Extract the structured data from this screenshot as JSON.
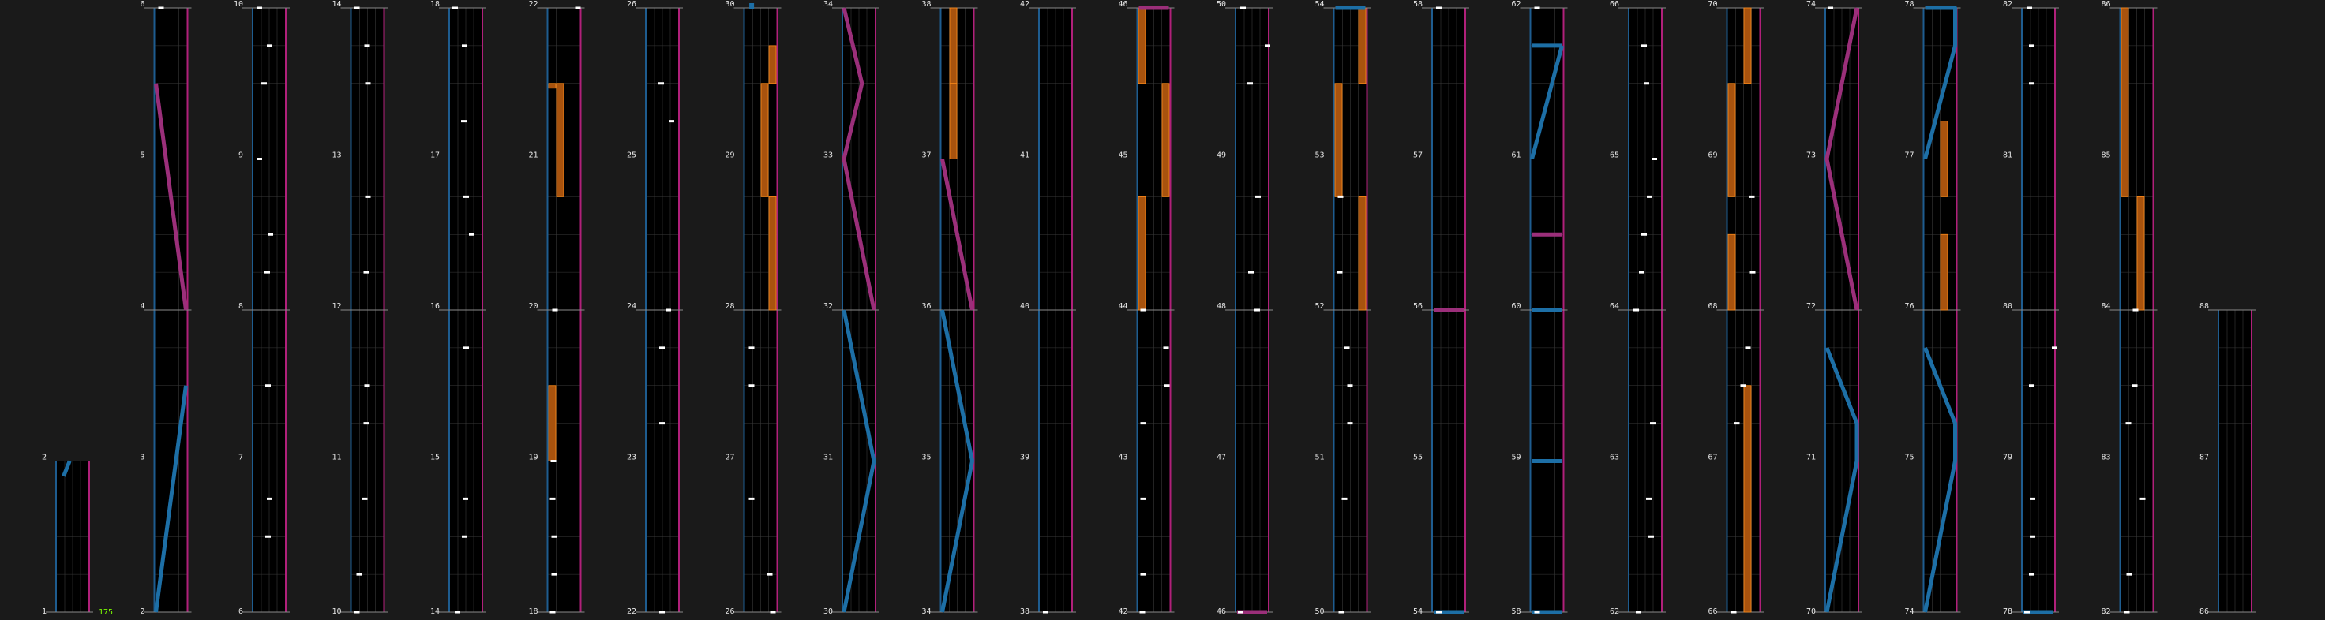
{
  "chart_data": {
    "type": "rhythm-chart",
    "bpm_label": "175",
    "colors": {
      "background": "#1a1a1a",
      "lane_bg": "#000000",
      "grid": "#3a3a3a",
      "measure_line": "#8a8a8a",
      "left_border": "#1e5c8f",
      "right_border": "#b0207a",
      "tap_note": "#ffffff",
      "hold_fill": "#a8530e",
      "hold_edge": "#ff8c1a",
      "laser_left": "#1d6fa6",
      "laser_right": "#9b2f7a"
    },
    "columns": [
      {
        "measures": [
          1,
          2
        ],
        "start": 1,
        "end": 2
      },
      {
        "measures": [
          2,
          3,
          4,
          5,
          6
        ],
        "start": 2,
        "end": 6
      },
      {
        "measures": [
          6,
          7,
          8,
          9,
          10
        ],
        "start": 6,
        "end": 10
      },
      {
        "measures": [
          10,
          11,
          12,
          13,
          14
        ],
        "start": 10,
        "end": 14
      },
      {
        "measures": [
          14,
          15,
          16,
          17,
          18
        ],
        "start": 14,
        "end": 18
      },
      {
        "measures": [
          18,
          19,
          20,
          21,
          22
        ],
        "start": 18,
        "end": 22
      },
      {
        "measures": [
          22,
          23,
          24,
          25,
          26
        ],
        "start": 22,
        "end": 26
      },
      {
        "measures": [
          26,
          27,
          28,
          29,
          30
        ],
        "start": 26,
        "end": 30
      },
      {
        "measures": [
          30,
          31,
          32,
          33,
          34
        ],
        "start": 30,
        "end": 34
      },
      {
        "measures": [
          34,
          35,
          36,
          37,
          38
        ],
        "start": 34,
        "end": 38
      },
      {
        "measures": [
          38,
          39,
          40,
          41,
          42
        ],
        "start": 38,
        "end": 42
      },
      {
        "measures": [
          42,
          43,
          44,
          45,
          46
        ],
        "start": 42,
        "end": 46
      },
      {
        "measures": [
          46,
          47,
          48,
          49,
          50
        ],
        "start": 46,
        "end": 50
      },
      {
        "measures": [
          50,
          51,
          52,
          53,
          54
        ],
        "start": 50,
        "end": 54
      },
      {
        "measures": [
          54,
          55,
          56,
          57,
          58
        ],
        "start": 54,
        "end": 58
      },
      {
        "measures": [
          58,
          59,
          60,
          61,
          62
        ],
        "start": 58,
        "end": 62
      },
      {
        "measures": [
          62,
          63,
          64,
          65,
          66
        ],
        "start": 62,
        "end": 66
      },
      {
        "measures": [
          66,
          67,
          68,
          69,
          70
        ],
        "start": 66,
        "end": 70
      },
      {
        "measures": [
          70,
          71,
          72,
          73,
          74
        ],
        "start": 70,
        "end": 74
      },
      {
        "measures": [
          74,
          75,
          76,
          77,
          78
        ],
        "start": 74,
        "end": 78
      },
      {
        "measures": [
          78,
          79,
          80,
          81,
          82
        ],
        "start": 78,
        "end": 82
      },
      {
        "measures": [
          82,
          83,
          84,
          85,
          86
        ],
        "start": 82,
        "end": 86
      },
      {
        "measures": [
          86,
          87,
          88
        ],
        "start": 86,
        "end": 88
      }
    ],
    "taps": [
      [],
      [
        {
          "m": 6,
          "lane": 0.4
        }
      ],
      [
        {
          "m": 6.75,
          "lane": 1.7
        },
        {
          "m": 6.5,
          "lane": 1.5
        },
        {
          "m": 8.5,
          "lane": 1.8
        },
        {
          "m": 8.25,
          "lane": 1.4
        },
        {
          "m": 7.5,
          "lane": 1.5
        },
        {
          "m": 9,
          "lane": 0.4
        },
        {
          "m": 9.5,
          "lane": 1.0
        },
        {
          "m": 9.75,
          "lane": 1.7
        },
        {
          "m": 10,
          "lane": 0.4
        }
      ],
      [
        {
          "m": 10,
          "lane": 0.3
        },
        {
          "m": 10.25,
          "lane": 0.6
        },
        {
          "m": 10.75,
          "lane": 1.3
        },
        {
          "m": 11.25,
          "lane": 1.5
        },
        {
          "m": 11.5,
          "lane": 1.6
        },
        {
          "m": 12.25,
          "lane": 1.5
        },
        {
          "m": 12.75,
          "lane": 1.7
        },
        {
          "m": 13.5,
          "lane": 1.7
        },
        {
          "m": 13.75,
          "lane": 1.6
        },
        {
          "m": 14,
          "lane": 0.3
        }
      ],
      [
        {
          "m": 14,
          "lane": 0.6
        },
        {
          "m": 14.5,
          "lane": 1.5
        },
        {
          "m": 14.75,
          "lane": 1.6
        },
        {
          "m": 15.75,
          "lane": 1.7
        },
        {
          "m": 16.75,
          "lane": 1.7
        },
        {
          "m": 16.5,
          "lane": 2.4
        },
        {
          "m": 17.25,
          "lane": 1.4
        },
        {
          "m": 17.75,
          "lane": 1.5
        },
        {
          "m": 18,
          "lane": 0.3
        }
      ],
      [
        {
          "m": 18,
          "lane": 0.2
        },
        {
          "m": 18.25,
          "lane": 0.4
        },
        {
          "m": 18.5,
          "lane": 0.4
        },
        {
          "m": 18.75,
          "lane": 0.2
        },
        {
          "m": 19,
          "lane": 0.3
        },
        {
          "m": 20,
          "lane": 0.5
        },
        {
          "m": 22,
          "lane": 3.4
        }
      ],
      [
        {
          "m": 22,
          "lane": 1.6
        },
        {
          "m": 23.25,
          "lane": 1.6
        },
        {
          "m": 23.75,
          "lane": 1.6
        },
        {
          "m": 24,
          "lane": 2.4
        },
        {
          "m": 25.25,
          "lane": 2.8
        },
        {
          "m": 25.5,
          "lane": 1.5
        }
      ],
      [
        {
          "m": 26,
          "lane": 3.2
        },
        {
          "m": 26.25,
          "lane": 2.8
        },
        {
          "m": 26.75,
          "lane": 0.5
        },
        {
          "m": 27.5,
          "lane": 0.5
        },
        {
          "m": 27.75,
          "lane": 0.5
        }
      ],
      [],
      [],
      [
        {
          "m": 38,
          "lane": 0.4
        }
      ],
      [
        {
          "m": 42,
          "lane": 0.2
        },
        {
          "m": 42.25,
          "lane": 0.3
        },
        {
          "m": 42.75,
          "lane": 0.3
        },
        {
          "m": 43.25,
          "lane": 0.3
        },
        {
          "m": 43.5,
          "lane": 3.3
        },
        {
          "m": 43.75,
          "lane": 3.2
        },
        {
          "m": 44,
          "lane": 0.3
        }
      ],
      [
        {
          "m": 46,
          "lane": 0.2
        },
        {
          "m": 48,
          "lane": 2.3
        },
        {
          "m": 48.25,
          "lane": 1.5
        },
        {
          "m": 48.75,
          "lane": 2.4
        },
        {
          "m": 49.5,
          "lane": 1.4
        },
        {
          "m": 49.75,
          "lane": 3.6
        },
        {
          "m": 50,
          "lane": 0.5
        }
      ],
      [
        {
          "m": 50,
          "lane": 0.5
        },
        {
          "m": 50.75,
          "lane": 0.9
        },
        {
          "m": 51.25,
          "lane": 1.6
        },
        {
          "m": 51.5,
          "lane": 1.6
        },
        {
          "m": 51.75,
          "lane": 1.2
        },
        {
          "m": 52.25,
          "lane": 0.3
        },
        {
          "m": 52.75,
          "lane": 0.4
        }
      ],
      [
        {
          "m": 54,
          "lane": 0.4
        },
        {
          "m": 58,
          "lane": 0.4
        }
      ],
      [
        {
          "m": 58,
          "lane": 0.4
        },
        {
          "m": 62,
          "lane": 0.4
        }
      ],
      [
        {
          "m": 62,
          "lane": 0.8
        },
        {
          "m": 62.5,
          "lane": 2.4
        },
        {
          "m": 62.75,
          "lane": 2.1
        },
        {
          "m": 63.25,
          "lane": 2.6
        },
        {
          "m": 64,
          "lane": 0.5
        },
        {
          "m": 64.25,
          "lane": 1.2
        },
        {
          "m": 64.5,
          "lane": 1.5
        },
        {
          "m": 64.75,
          "lane": 2.2
        },
        {
          "m": 65,
          "lane": 2.8
        },
        {
          "m": 65.5,
          "lane": 1.8
        },
        {
          "m": 65.75,
          "lane": 1.5
        }
      ],
      [
        {
          "m": 66,
          "lane": 0.4
        },
        {
          "m": 67.25,
          "lane": 0.8
        },
        {
          "m": 67.5,
          "lane": 1.6
        },
        {
          "m": 67.75,
          "lane": 2.2
        },
        {
          "m": 68.25,
          "lane": 2.8
        },
        {
          "m": 68.75,
          "lane": 2.7
        }
      ],
      [
        {
          "m": 74,
          "lane": 0.2
        }
      ],
      [],
      [
        {
          "m": 78,
          "lane": 0.2
        },
        {
          "m": 78.25,
          "lane": 0.8
        },
        {
          "m": 78.5,
          "lane": 0.9
        },
        {
          "m": 78.75,
          "lane": 0.9
        },
        {
          "m": 79.5,
          "lane": 0.8
        },
        {
          "m": 79.75,
          "lane": 3.7
        },
        {
          "m": 81.5,
          "lane": 0.8
        },
        {
          "m": 81.75,
          "lane": 0.8
        },
        {
          "m": 82,
          "lane": 0.5
        }
      ],
      [
        {
          "m": 82,
          "lane": 0.4
        },
        {
          "m": 82.25,
          "lane": 0.7
        },
        {
          "m": 82.75,
          "lane": 2.4
        },
        {
          "m": 83.25,
          "lane": 0.6
        },
        {
          "m": 83.5,
          "lane": 1.4
        },
        {
          "m": 84,
          "lane": 1.5
        }
      ],
      []
    ],
    "holds": [
      [],
      [],
      [],
      [],
      [],
      [
        {
          "lane": 0,
          "from": 19.0,
          "to": 19.5
        },
        {
          "lane": 1,
          "from": 20.75,
          "to": 21.5
        },
        {
          "lane": 0,
          "from": 21.5,
          "to": 21.5
        }
      ],
      [],
      [
        {
          "lane": 3,
          "from": 28.0,
          "to": 28.75
        },
        {
          "lane": 2,
          "from": 28.75,
          "to": 29.5
        },
        {
          "lane": 3,
          "from": 29.5,
          "to": 29.75
        }
      ],
      [],
      [
        {
          "lane": 1,
          "from": 37.5,
          "to": 38
        },
        {
          "lane": 1,
          "from": 37.0,
          "to": 37.5
        }
      ],
      [],
      [
        {
          "lane": 0,
          "from": 44,
          "to": 44.75
        },
        {
          "lane": 3,
          "from": 44.75,
          "to": 45.5
        },
        {
          "lane": 0,
          "from": 45.5,
          "to": 46
        }
      ],
      [],
      [
        {
          "lane": 3,
          "from": 52,
          "to": 52.75
        },
        {
          "lane": 0,
          "from": 52.75,
          "to": 53.5
        },
        {
          "lane": 3,
          "from": 53.5,
          "to": 54
        }
      ],
      [],
      [],
      [],
      [
        {
          "lane": 2,
          "from": 66,
          "to": 67.5
        },
        {
          "lane": 0,
          "from": 68,
          "to": 68.5
        },
        {
          "lane": 0,
          "from": 68.75,
          "to": 69.5
        },
        {
          "lane": 2,
          "from": 69.5,
          "to": 70
        }
      ],
      [],
      [
        {
          "lane": 2,
          "from": 76,
          "to": 76.5
        },
        {
          "lane": 2,
          "from": 76.75,
          "to": 77.25
        }
      ],
      [],
      [
        {
          "lane": 2,
          "from": 84,
          "to": 84.75
        },
        {
          "lane": 0,
          "from": 84.75,
          "to": 86
        }
      ],
      []
    ],
    "lasers": [
      [
        {
          "side": "left",
          "pts": [
            [
              1.9,
              0.2
            ],
            [
              2.0,
              0.4
            ]
          ]
        }
      ],
      [
        {
          "side": "left",
          "pts": [
            [
              2.0,
              0.0
            ],
            [
              3.5,
              1.0
            ]
          ]
        },
        {
          "side": "right",
          "pts": [
            [
              4.0,
              1.0
            ],
            [
              5.5,
              0.0
            ]
          ]
        }
      ],
      [],
      [],
      [],
      [],
      [],
      [
        {
          "side": "left",
          "pts": [
            [
              30,
              0.2
            ]
          ]
        }
      ],
      [
        {
          "side": "left",
          "pts": [
            [
              30,
              0.0
            ],
            [
              31,
              1.0
            ],
            [
              32,
              0.0
            ]
          ]
        },
        {
          "side": "right",
          "pts": [
            [
              32,
              1.0
            ],
            [
              33,
              0.0
            ],
            [
              33.5,
              0.6
            ],
            [
              34,
              0.0
            ]
          ]
        }
      ],
      [
        {
          "side": "left",
          "pts": [
            [
              34,
              0.0
            ],
            [
              35,
              1.0
            ],
            [
              36,
              0.0
            ]
          ]
        },
        {
          "side": "right",
          "pts": [
            [
              36,
              1.0
            ],
            [
              37,
              0.0
            ]
          ]
        }
      ],
      [],
      [
        {
          "side": "right",
          "pts": [
            [
              46,
              0.0
            ],
            [
              46,
              1.0
            ]
          ]
        }
      ],
      [
        {
          "side": "right",
          "pts": [
            [
              46,
              0.0
            ],
            [
              46,
              1.0
            ]
          ]
        }
      ],
      [
        {
          "side": "left",
          "pts": [
            [
              54,
              0.0
            ],
            [
              54,
              1.0
            ]
          ]
        }
      ],
      [
        {
          "side": "left",
          "pts": [
            [
              54,
              0.0
            ],
            [
              54,
              1.0
            ]
          ]
        },
        {
          "side": "right",
          "pts": [
            [
              56,
              0.0
            ],
            [
              56,
              1.0
            ]
          ]
        }
      ],
      [
        {
          "side": "left",
          "pts": [
            [
              58,
              0.0
            ],
            [
              58,
              1.0
            ]
          ]
        },
        {
          "side": "left",
          "pts": [
            [
              59,
              0.0
            ],
            [
              59,
              1.0
            ]
          ]
        },
        {
          "side": "left",
          "pts": [
            [
              60,
              0.0
            ],
            [
              60,
              1.0
            ]
          ]
        },
        {
          "side": "right",
          "pts": [
            [
              60.5,
              0.0
            ],
            [
              60.5,
              1.0
            ]
          ]
        },
        {
          "side": "left",
          "pts": [
            [
              61,
              0.0
            ],
            [
              61.75,
              1.0
            ]
          ]
        },
        {
          "side": "left",
          "pts": [
            [
              61.75,
              0.0
            ],
            [
              61.75,
              1.0
            ]
          ]
        }
      ],
      [],
      [],
      [
        {
          "side": "left",
          "pts": [
            [
              70,
              0.0
            ],
            [
              71,
              1.0
            ],
            [
              71.25,
              1.0
            ],
            [
              71.75,
              0.0
            ]
          ]
        },
        {
          "side": "right",
          "pts": [
            [
              72,
              1.0
            ],
            [
              73,
              0.0
            ],
            [
              74,
              1.0
            ]
          ]
        }
      ],
      [
        {
          "side": "left",
          "pts": [
            [
              74,
              0.0
            ],
            [
              75,
              1.0
            ],
            [
              75.25,
              1.0
            ],
            [
              75.75,
              0.0
            ]
          ]
        },
        {
          "side": "left",
          "pts": [
            [
              77,
              0.0
            ],
            [
              77.75,
              1.0
            ],
            [
              78,
              1.0
            ],
            [
              78,
              0.0
            ]
          ]
        }
      ],
      [
        {
          "side": "left",
          "pts": [
            [
              78,
              0.0
            ],
            [
              78,
              1.0
            ]
          ]
        }
      ],
      [],
      []
    ]
  }
}
